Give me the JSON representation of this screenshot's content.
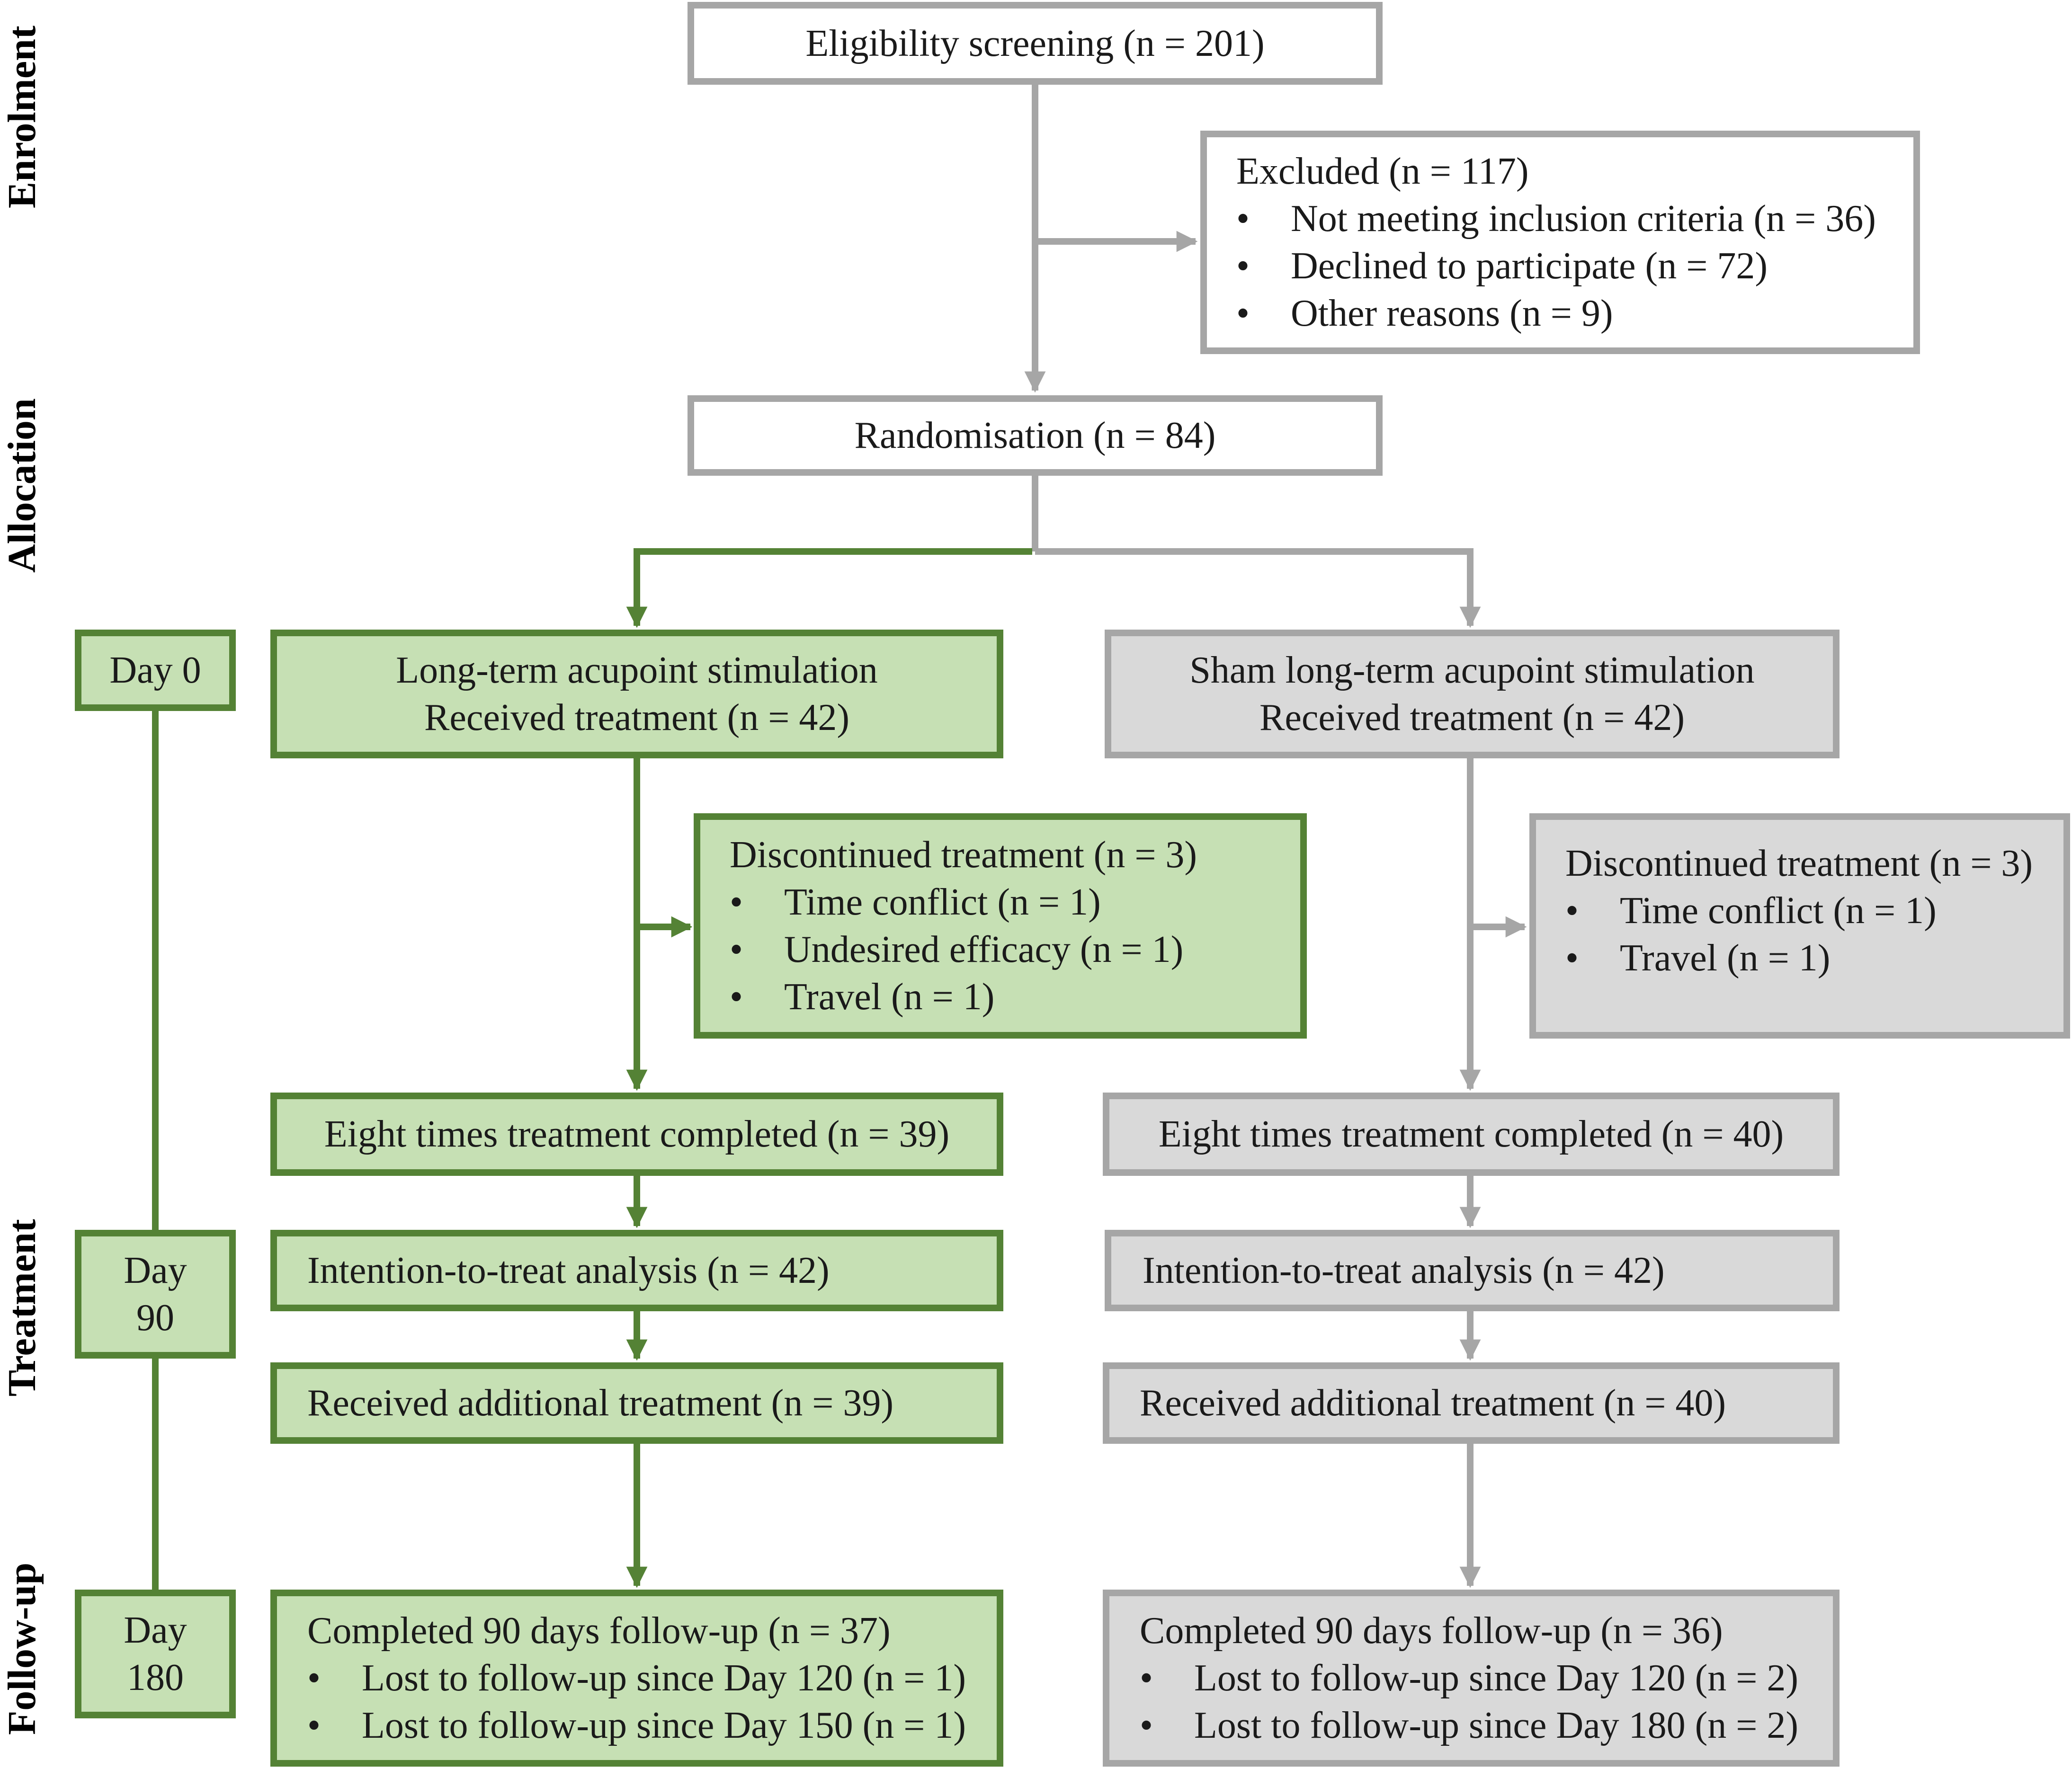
{
  "stages": {
    "enrolment": "Enrolment",
    "allocation": "Allocation",
    "treatment": "Treatment",
    "followup": "Follow-up"
  },
  "screening": "Eligibility screening (n = 201)",
  "excluded": {
    "title": "Excluded (n = 117)",
    "items": [
      "Not meeting inclusion criteria (n = 36)",
      "Declined to participate (n = 72)",
      "Other reasons (n = 9)"
    ]
  },
  "randomisation": "Randomisation (n = 84)",
  "days": {
    "day0": "Day 0",
    "day90_a": "Day",
    "day90_b": "90",
    "day180_a": "Day",
    "day180_b": "180"
  },
  "active": {
    "arm_line1": "Long-term acupoint stimulation",
    "arm_line2": "Received treatment (n = 42)",
    "discontinued": {
      "title": "Discontinued treatment (n = 3)",
      "items": [
        "Time conflict (n = 1)",
        "Undesired efficacy (n = 1)",
        "Travel (n = 1)"
      ]
    },
    "completed": "Eight times treatment completed (n = 39)",
    "itt": "Intention-to-treat analysis (n = 42)",
    "additional": "Received additional treatment (n = 39)",
    "followup": {
      "title": "Completed 90 days follow-up (n = 37)",
      "items": [
        "Lost to follow-up since Day 120 (n = 1)",
        "Lost to follow-up since Day 150 (n = 1)"
      ]
    }
  },
  "sham": {
    "arm_line1": "Sham long-term acupoint stimulation",
    "arm_line2": "Received treatment (n = 42)",
    "discontinued": {
      "title": "Discontinued treatment (n = 3)",
      "items": [
        "Time conflict (n = 1)",
        "Travel (n = 1)"
      ]
    },
    "completed": "Eight times treatment completed (n = 40)",
    "itt": "Intention-to-treat analysis (n = 42)",
    "additional": "Received additional treatment (n = 40)",
    "followup": {
      "title": "Completed 90 days follow-up (n = 36)",
      "items": [
        "Lost to follow-up since Day 120 (n = 2)",
        "Lost to follow-up since Day 180 (n = 2)"
      ]
    }
  },
  "colors": {
    "green_border": "#548235",
    "green_fill": "#c6e0b4",
    "gray_border": "#a6a6a6",
    "gray_fill": "#d9d9d9"
  }
}
